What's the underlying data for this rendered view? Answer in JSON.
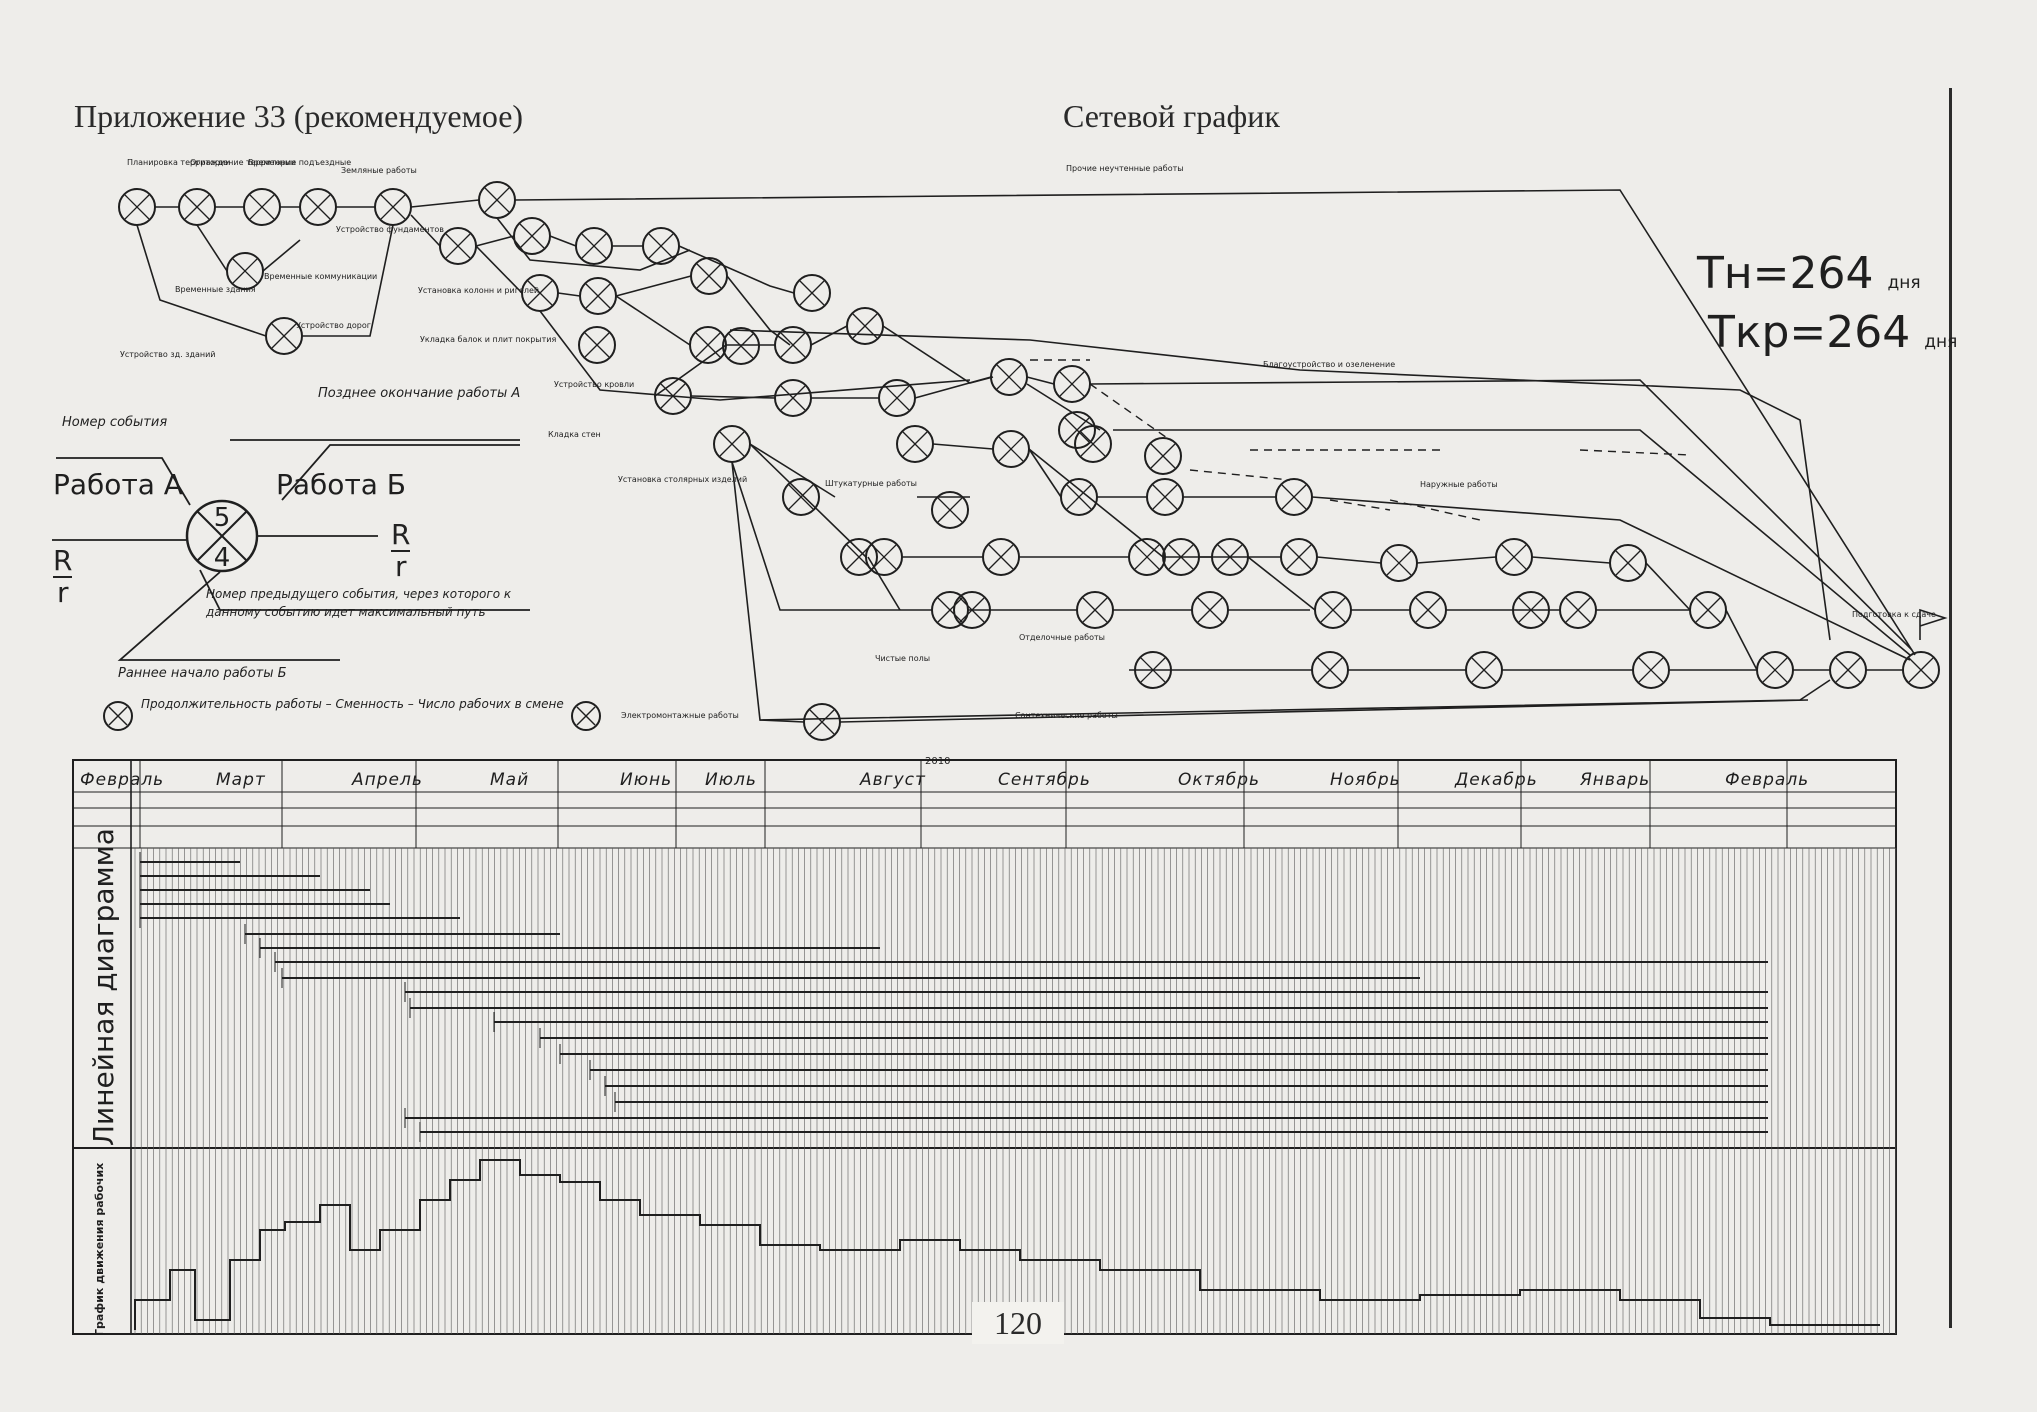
{
  "header": {
    "appendix": "Приложение  33  (рекомендуемое)",
    "title": "Сетевой график"
  },
  "durations": {
    "tn_main": "Тн=264",
    "tn_unit": "дня",
    "tkr_main": "Ткр=264",
    "tkr_unit": "дня"
  },
  "legend": {
    "event_number": "Номер события",
    "work_a": "Работа А",
    "work_b": "Работа Б",
    "frac_top": "R",
    "frac_bottom": "r",
    "late_finish_a": "Позднее окончание работы А",
    "prev_event_note_1": "Номер предыдущего события, через которого к",
    "prev_event_note_2": "данному событию идет максимальный путь",
    "early_start_b": "Раннее начало работы Б",
    "duration_formula": "Продолжительность работы – Сменность – Число рабочих в смене",
    "circle_digits": [
      "5",
      "4"
    ]
  },
  "network_labels": [
    "Планировка территории",
    "Ограждение территории",
    "Временные подъездные",
    "Земляные работы",
    "Устройство фундаментов",
    "Временные здания",
    "Временные коммуникации",
    "Устройство зд. зданий",
    "Устройство дорог",
    "Установка колонн и ригелей",
    "Укладка балок и плит покрытия",
    "Устройство кровли",
    "Кладка стен",
    "Установка столярных изделий",
    "Прочие неучтенные работы",
    "Благоустройство и озеленение",
    "Наружные работы",
    "Подготовка к сдаче",
    "Сантехнические работы",
    "Электромонтажные работы",
    "Штукатурные работы",
    "Отделочные работы",
    "Чистые полы"
  ],
  "schedule": {
    "months": [
      "Февраль",
      "Март",
      "Апрель",
      "Май",
      "Июнь",
      "Июль",
      "Август",
      "Сентябрь",
      "Октябрь",
      "Ноябрь",
      "Декабрь",
      "Январь",
      "Февраль"
    ],
    "linear_label": "Линейная диаграмма",
    "workers_label": "График движения рабочих",
    "year_mark": "2010"
  },
  "page_number": "120",
  "colors": {
    "paper": "#eeedea",
    "ink": "#1f1f1f"
  }
}
